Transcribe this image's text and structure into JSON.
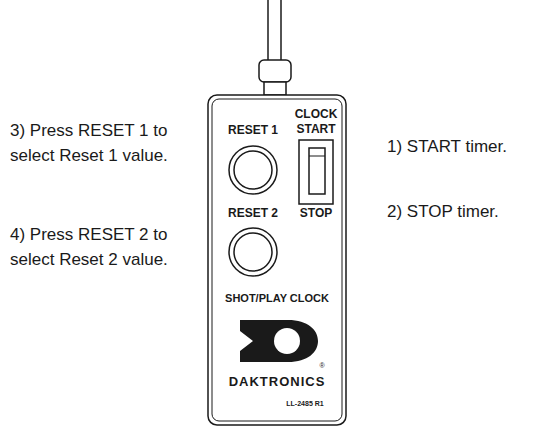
{
  "diagram": {
    "labels": [
      "3) Press RESET 1 to select Reset 1 value.",
      "4) Press RESET 2 to select Reset 2 value.",
      "RESET 1",
      "CLOCK",
      "START",
      "1) START timer.",
      "2) STOP timer.",
      "RESET 2",
      "STOP",
      "SHOT/PLAY CLOCK",
      "®",
      "DAKTRONICS",
      "LL-2485 R1"
    ]
  }
}
